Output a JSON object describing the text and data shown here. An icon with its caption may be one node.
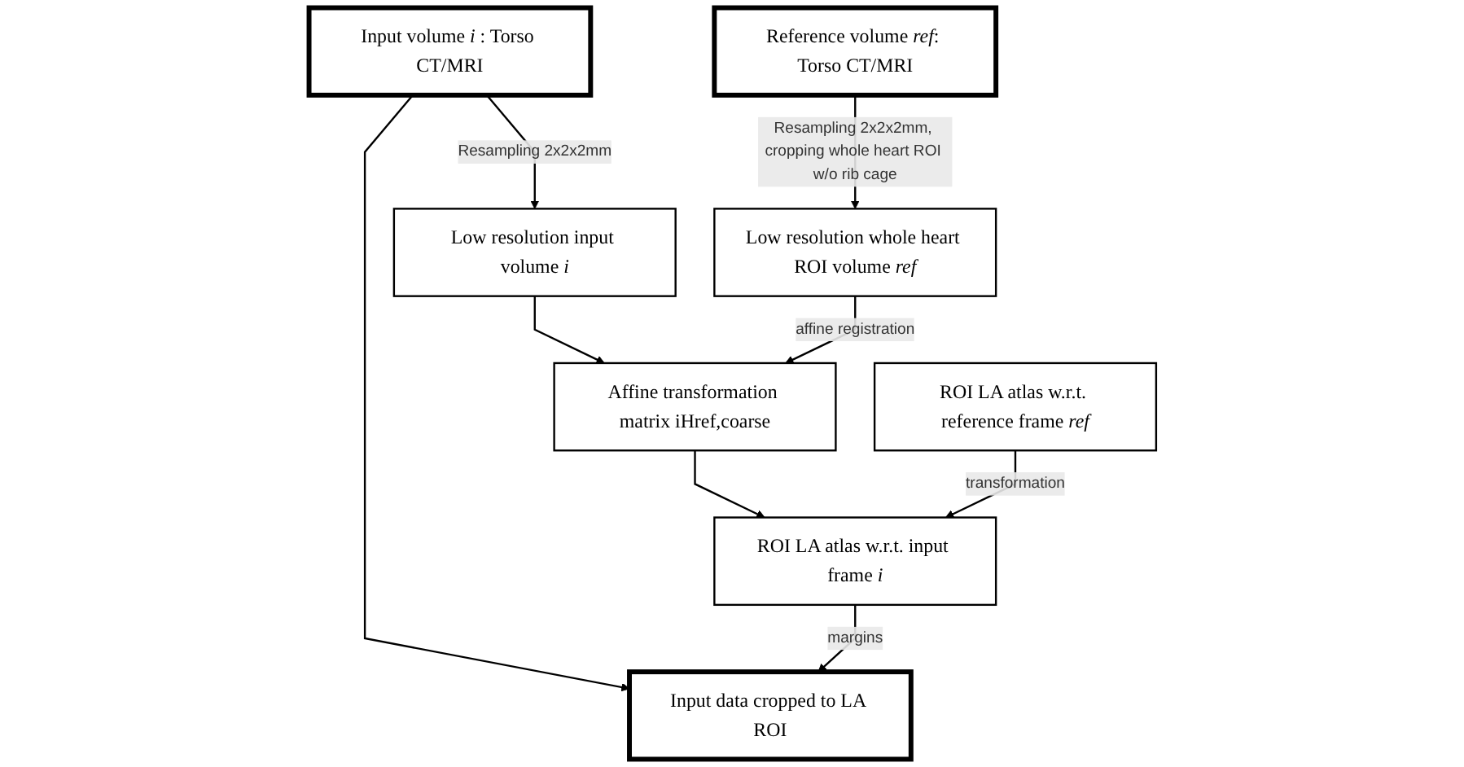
{
  "diagram": {
    "nodes": [
      {
        "text": [
          "Low resolution input volume *i*"
        ]
      },
      {
        "text": [
          "Low resolution whole heart ROI volume *ref*"
        ]
      },
      {
        "text": [
          "Reference volume *ref*: Torso CT/MRI"
        ]
      },
      {
        "text": [
          "Input volume *i* : Torso CT/MRI"
        ]
      },
      {
        "text": [
          "Affine transformation matrix iHref,coarse"
        ]
      },
      {
        "text": [
          "ROI LA atlas w.r.t. reference frame *ref*"
        ]
      },
      {
        "text": [
          "Input data cropped to LA ROI"
        ]
      },
      {
        "text": [
          "ROI LA atlas w.r.t. input frame *i*"
        ]
      }
    ],
    "edges": [
      {
        "from": 2,
        "to": 1,
        "arrow": "to",
        "label": "Resampling 2x2x2mm, cropping whole heart ROI w/o rib cage"
      },
      {
        "from": 3,
        "to": 0,
        "arrow": "to",
        "label": "Resampling 2x2x2mm"
      },
      {
        "from": 0,
        "to": 4,
        "arrow": "to"
      },
      {
        "from": 1,
        "to": 4,
        "arrow": "to",
        "label": "affine registration"
      },
      {
        "from": 3,
        "to": 6,
        "arrow": "to"
      },
      {
        "from": 7,
        "to": 6,
        "arrow": "to",
        "label": "margins"
      },
      {
        "from": 4,
        "to": 7,
        "arrow": "to"
      },
      {
        "from": 5,
        "to": 7,
        "arrow": "to",
        "label": "transformation"
      }
    ]
  }
}
